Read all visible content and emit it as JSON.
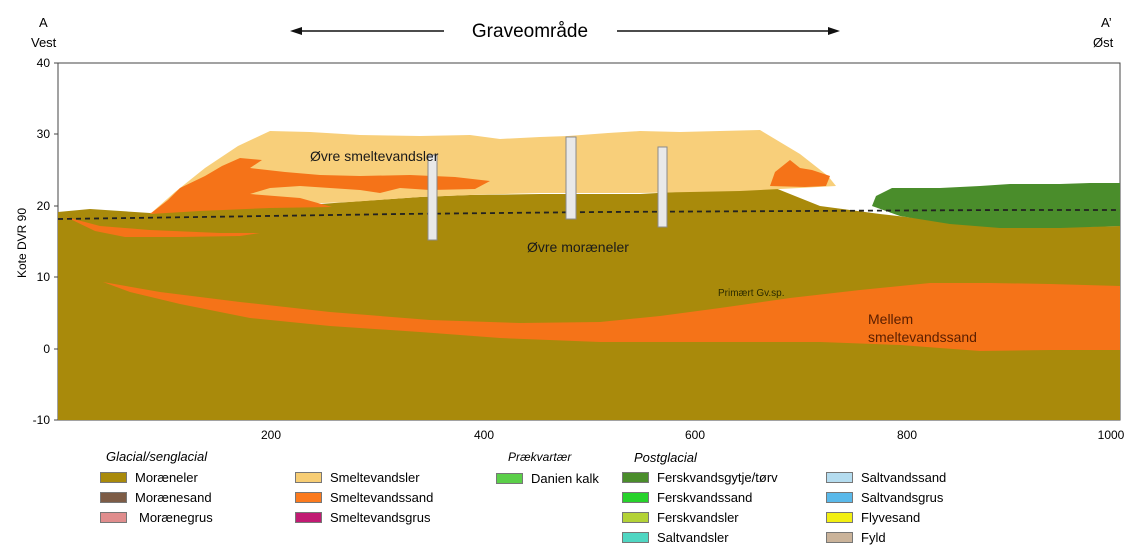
{
  "header": {
    "left_label": "A",
    "left_dir": "Vest",
    "right_label": "A’",
    "right_dir": "Øst",
    "excavation": "Graveområde"
  },
  "axes": {
    "ylabel": "Kote DVR 90",
    "yticks": [
      "40",
      "30",
      "20",
      "10",
      "0",
      "-10"
    ],
    "xticks": [
      "200",
      "400",
      "600",
      "800",
      "1000"
    ]
  },
  "units": {
    "upper_meltwater_clay": "Øvre smeltevandsler",
    "upper_till_clay": "Øvre moræneler",
    "primary_aquifer": "Primært Gv.sp.",
    "middle_meltwater_sand_1": "Mellem",
    "middle_meltwater_sand_2": "smeltevandssand"
  },
  "legend": {
    "glacial": {
      "title": "Glacial/senglacial",
      "items": [
        {
          "label": "Moræneler",
          "color": "#a98a0b"
        },
        {
          "label": "Morænesand",
          "color": "#7d5c46"
        },
        {
          "label": "Morænegrus",
          "color": "#e08d8d"
        },
        {
          "label": "Smeltevandsler",
          "color": "#f7cd74"
        },
        {
          "label": "Smeltevandssand",
          "color": "#fb7a1e"
        },
        {
          "label": "Smeltevandsgrus",
          "color": "#c11b73"
        }
      ]
    },
    "prequaternary": {
      "title": "Prækvartær",
      "items": [
        {
          "label": "Danien kalk",
          "color": "#5bcf49"
        }
      ]
    },
    "postglacial": {
      "title": "Postglacial",
      "items": [
        {
          "label": "Ferskvandsgytje/tørv",
          "color": "#4a8d2b"
        },
        {
          "label": "Ferskvandssand",
          "color": "#27d22b"
        },
        {
          "label": "Ferskvandsler",
          "color": "#b3d236"
        },
        {
          "label": "Saltvandsler",
          "color": "#4fd6c2"
        },
        {
          "label": "Saltvandssand",
          "color": "#b4dcef"
        },
        {
          "label": "Saltvandsgrus",
          "color": "#5ab9ea"
        },
        {
          "label": "Flyvesand",
          "color": "#f2ef12"
        },
        {
          "label": "Fyld",
          "color": "#cab39a"
        }
      ]
    }
  }
}
